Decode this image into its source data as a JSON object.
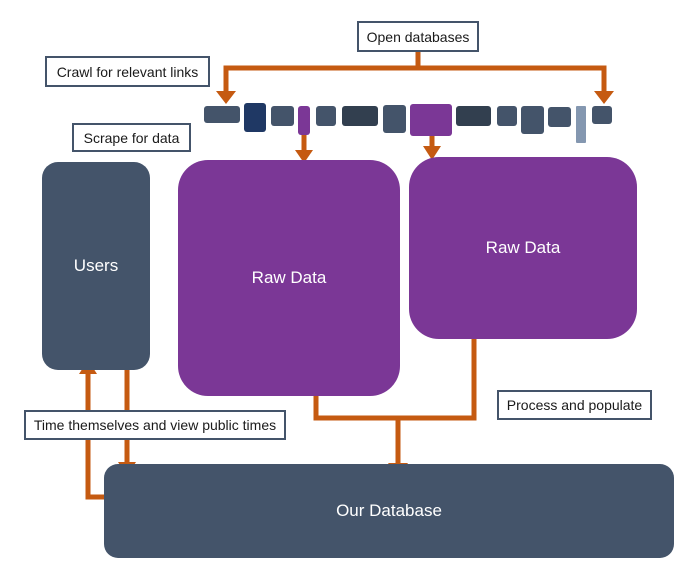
{
  "labels": {
    "open_databases": "Open databases",
    "crawl": "Crawl for relevant links",
    "scrape": "Scrape for data",
    "time_view": "Time themselves and view public times",
    "process": "Process and populate"
  },
  "blocks": {
    "users": "Users",
    "raw_data_left": "Raw Data",
    "raw_data_right": "Raw Data",
    "our_database": "Our Database"
  },
  "colors": {
    "slate": "#44546a",
    "purple": "#7b3796",
    "arrow": "#c55a11",
    "navy": "#1f3864",
    "dark": "#323f4f",
    "light_blue": "#8497b0"
  }
}
